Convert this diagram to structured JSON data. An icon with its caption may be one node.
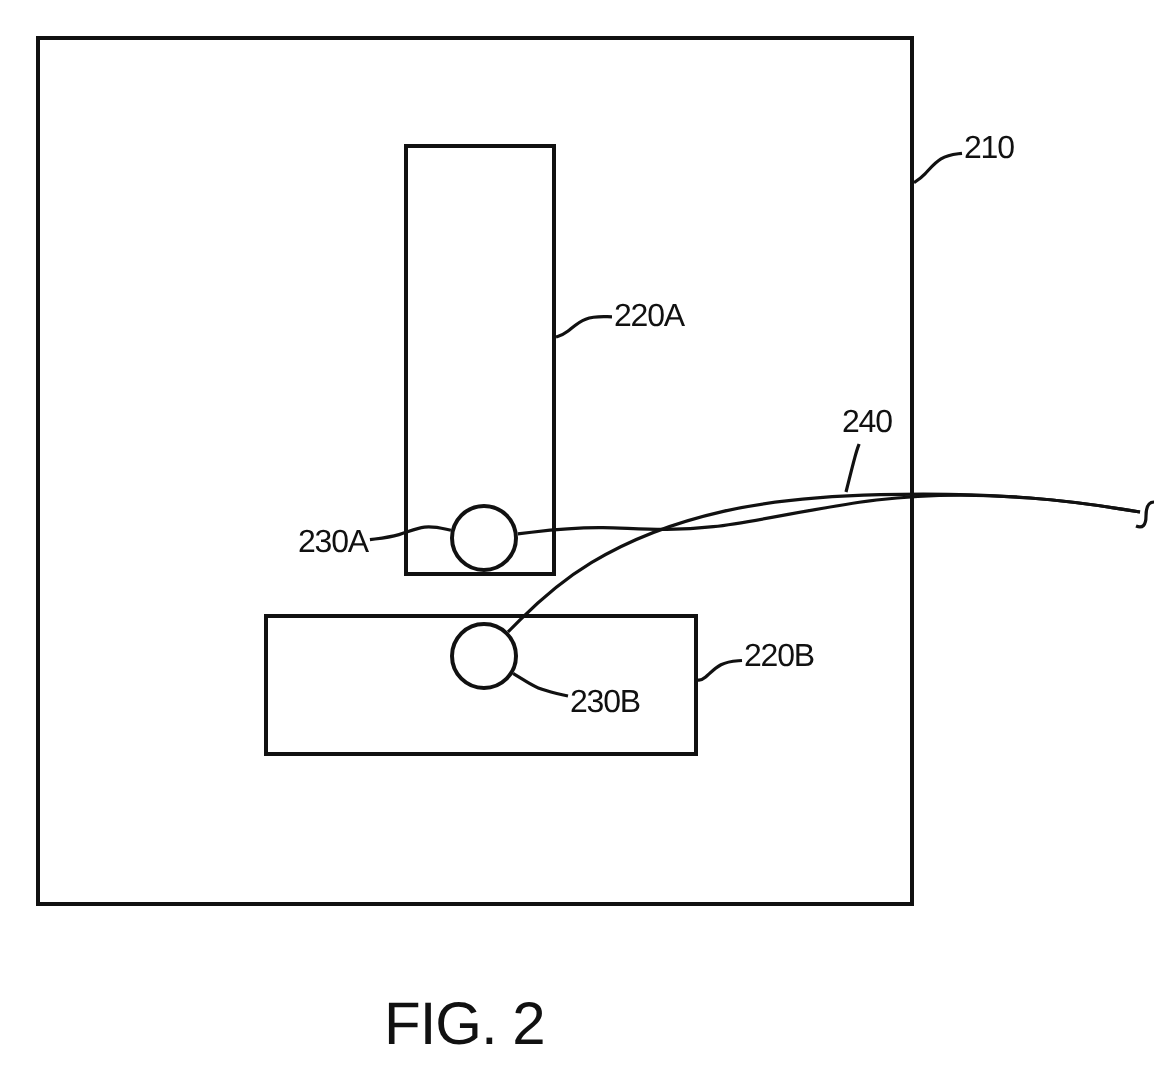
{
  "diagram": {
    "caption": "FIG. 2",
    "nodes": [
      {
        "text": [],
        "shape": "box"
      },
      {
        "text": [],
        "shape": "box",
        "in": 0
      },
      {
        "text": [],
        "shape": "circle",
        "in": 1
      },
      {
        "text": [],
        "shape": "box",
        "in": 0
      },
      {
        "text": [],
        "shape": "circle",
        "in": 3
      },
      {
        "text": [
          "210"
        ]
      },
      {
        "text": [
          "220A"
        ],
        "in": 0
      },
      {
        "text": [
          "230A"
        ],
        "in": 0
      },
      {
        "text": [
          "230B"
        ],
        "in": 3
      },
      {
        "text": [
          "220B"
        ],
        "in": 0
      },
      {
        "text": [
          "240"
        ],
        "in": 0
      }
    ],
    "edges": [
      {
        "from": 5,
        "to": 0,
        "arrow": "none"
      },
      {
        "from": 6,
        "to": 1,
        "arrow": "none"
      },
      {
        "from": 7,
        "to": 2,
        "arrow": "none"
      },
      {
        "from": 8,
        "to": 4,
        "arrow": "none"
      },
      {
        "from": 9,
        "to": 3,
        "arrow": "none"
      },
      {
        "from": 10,
        "to": null,
        "arrow": "none"
      },
      {
        "from": 2,
        "to": null,
        "arrow": "none"
      },
      {
        "from": 4,
        "to": null,
        "arrow": "none"
      }
    ]
  }
}
